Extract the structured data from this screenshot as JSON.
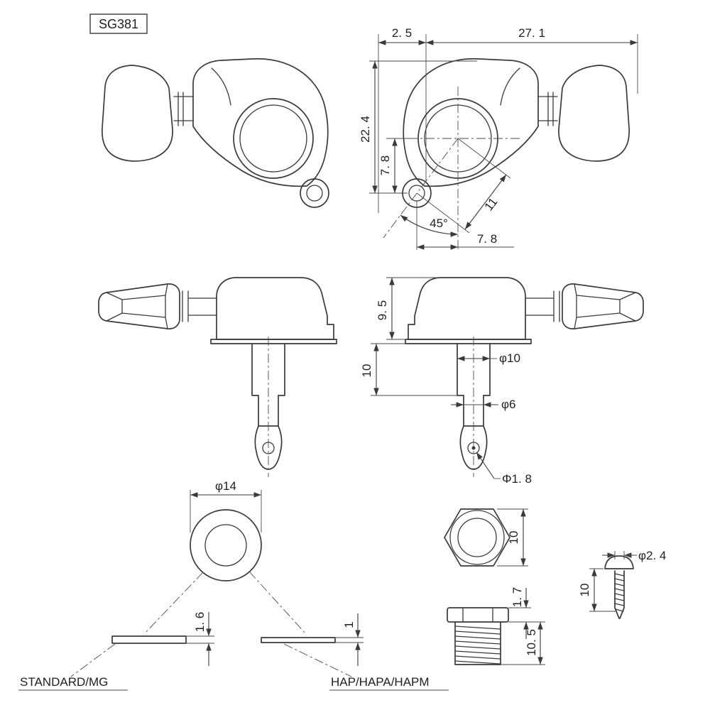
{
  "page": {
    "background": "#ffffff",
    "line_color": "#3a3a3a"
  },
  "part_label": "SG381",
  "front_view_dims": {
    "width_small": "2. 5",
    "width_total": "27. 1",
    "height_total": "22. 4",
    "hole_drop": "7. 8",
    "hole_distance": "11",
    "hole_angle": "45°",
    "hole_offset": "7. 8"
  },
  "side_view_dims": {
    "housing_height": "9. 5",
    "bushing_length": "10",
    "post_diameter": "φ10",
    "shaft_diameter": "φ6",
    "string_hole_diameter": "Φ1. 8"
  },
  "washer_view": {
    "outer_diameter": "φ14",
    "standard_thickness": "1. 6",
    "hap_thickness": "1",
    "standard_label": "STANDARD/MG",
    "hap_label": "HAP/HAPA/HAPM"
  },
  "nut_view": {
    "across_flats": "10"
  },
  "bushing_view": {
    "flange_height": "1. 7",
    "thread_length": "10. 5"
  },
  "screw_view": {
    "shank_diameter": "φ2. 4",
    "shank_length": "10"
  }
}
